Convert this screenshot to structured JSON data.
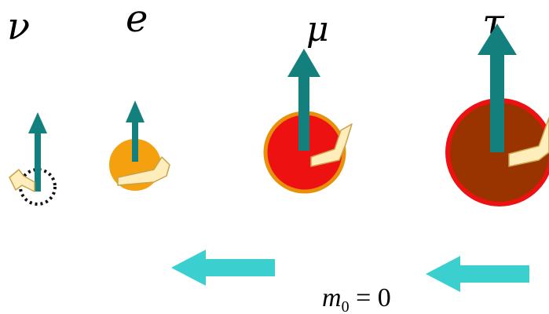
{
  "particles": [
    {
      "id": "neutrino",
      "label": "ν",
      "colors": {
        "body": "none",
        "outline": "#111111"
      }
    },
    {
      "id": "electron",
      "label": "e",
      "colors": {
        "body": "#f5a00f",
        "outline": "#f5a00f"
      }
    },
    {
      "id": "muon",
      "label": "μ",
      "colors": {
        "body": "#ee1111",
        "outline": "#e8900a"
      }
    },
    {
      "id": "tau",
      "label": "τ",
      "colors": {
        "body": "#993300",
        "outline": "#ee1111"
      }
    }
  ],
  "colors": {
    "spin_arrow": "#13807d",
    "motion_arrow": "#3ccfcf",
    "ribbon_fill": "#ffeebb",
    "ribbon_stroke": "#c9a24a"
  },
  "formula": {
    "var": "m",
    "sub": "0",
    "rest": " = 0"
  }
}
